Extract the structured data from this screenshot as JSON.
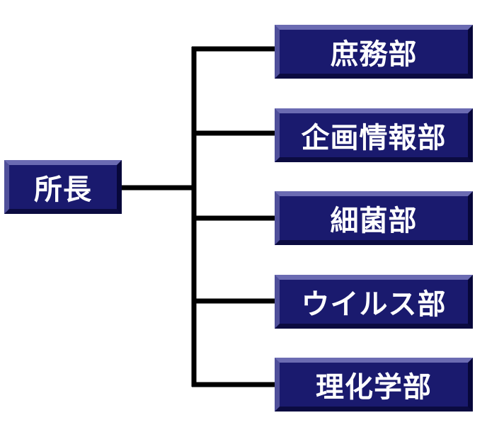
{
  "org_chart": {
    "head": {
      "label": "所長"
    },
    "departments": [
      {
        "label": "庶務部"
      },
      {
        "label": "企画情報部"
      },
      {
        "label": "細菌部"
      },
      {
        "label": "ウイルス部"
      },
      {
        "label": "理化学部"
      }
    ]
  },
  "colors": {
    "box_fill": "#1a1a6e",
    "box_text": "#ffffff",
    "connector": "#000000"
  }
}
